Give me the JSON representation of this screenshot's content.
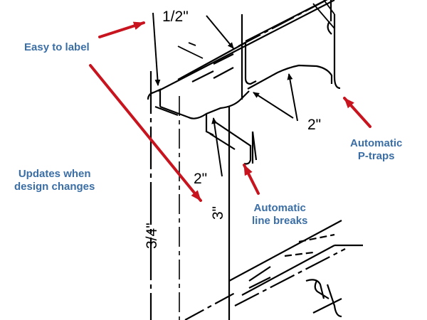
{
  "colors": {
    "callout_text": "#3a6ea5",
    "arrow": "#c8141e",
    "line": "#000000",
    "background": "#ffffff"
  },
  "callouts": {
    "easy_label": "Easy to label",
    "updates_line1": "Updates when",
    "updates_line2": "design changes",
    "ptraps_line1": "Automatic",
    "ptraps_line2": "P-traps",
    "breaks_line1": "Automatic",
    "breaks_line2": "line breaks"
  },
  "dimensions": {
    "half_inch": "1/2\"",
    "three_quarter_inch": "3/4\"",
    "two_inch_right": "2\"",
    "two_inch_lower": "2\"",
    "three_inch": "3\""
  }
}
